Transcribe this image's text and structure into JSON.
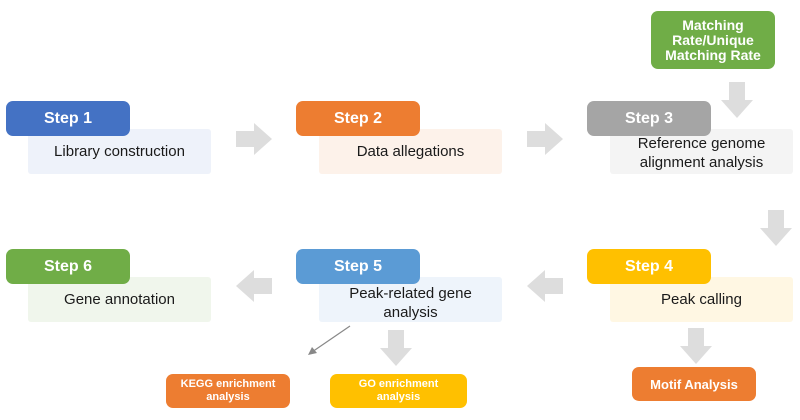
{
  "colors": {
    "step1": "#4472C4",
    "step2": "#ED7D31",
    "step3": "#A5A5A5",
    "step4": "#FFC000",
    "step5": "#5B9BD5",
    "step6": "#70AD47",
    "arrow": "#DDDDDD"
  },
  "steps": [
    {
      "label": "Step 1",
      "description": "Library construction"
    },
    {
      "label": "Step 2",
      "description": "Data allegations"
    },
    {
      "label": "Step 3",
      "description": "Reference genome alignment analysis"
    },
    {
      "label": "Step 4",
      "description": "Peak calling"
    },
    {
      "label": "Step 5",
      "description": "Peak-related gene analysis"
    },
    {
      "label": "Step 6",
      "description": "Gene annotation"
    }
  ],
  "matching_box": "Matching Rate/Unique Matching Rate",
  "motif_box": "Motif Analysis",
  "kegg_box": "KEGG enrichment analysis",
  "go_box": "GO enrichment analysis"
}
